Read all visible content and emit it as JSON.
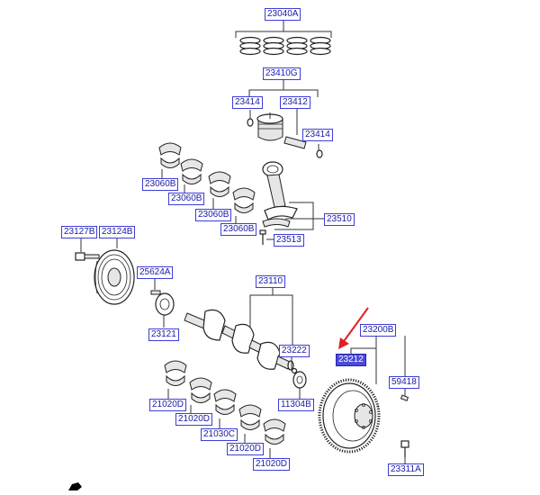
{
  "labels": {
    "l23040A": "23040A",
    "l23410G": "23410G",
    "l23414a": "23414",
    "l23412": "23412",
    "l23414b": "23414",
    "l23060B1": "23060B",
    "l23060B2": "23060B",
    "l23060B3": "23060B",
    "l23060B4": "23060B",
    "l23510": "23510",
    "l23513": "23513",
    "l23127B": "23127B",
    "l23124B": "23124B",
    "l25624A": "25624A",
    "l23121": "23121",
    "l23110": "23110",
    "l23222": "23222",
    "l11304B": "11304B",
    "l23200B": "23200B",
    "l23212": "23212",
    "l59418": "59418",
    "l21020D1": "21020D",
    "l21020D2": "21020D",
    "l21030C": "21030C",
    "l21020D3": "21020D",
    "l21020D4": "21020D",
    "l23311A": "23311A"
  },
  "colors": {
    "label_text": "#1a1aa8",
    "label_border": "#3d3dd6",
    "highlight_bg": "#4b4bd8",
    "arrow": "#e02020"
  },
  "icons": {
    "corner": "corner-glyph-icon"
  }
}
